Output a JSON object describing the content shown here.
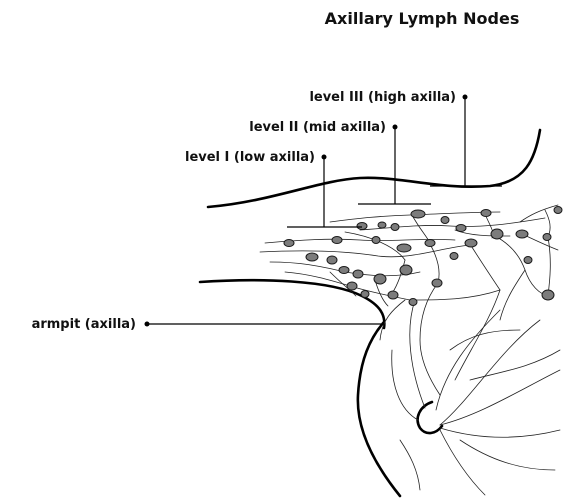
{
  "diagram": {
    "title": "Axillary Lymph Nodes",
    "labels": {
      "level_iii": "level III (high axilla)",
      "level_ii": "level II (mid axilla)",
      "level_i": "level I (low axilla)",
      "armpit": "armpit (axilla)"
    },
    "colors": {
      "ink": "#000000",
      "node_fill": "#7c7c7c",
      "background": "#ffffff"
    }
  }
}
